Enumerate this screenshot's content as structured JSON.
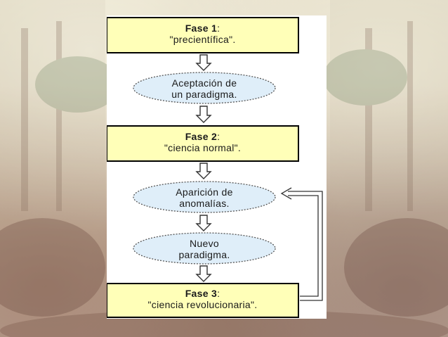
{
  "colors": {
    "box_fill": "#ffffb8",
    "box_stroke": "#000000",
    "ellipse_fill": "#dfeef9",
    "ellipse_stroke": "#555555"
  },
  "diagram": {
    "phase1": {
      "title": "Fase 1",
      "colon": ":",
      "subtitle": "\"precientífica\"."
    },
    "accept": {
      "line1": "Aceptación de",
      "line2": "un paradigma."
    },
    "phase2": {
      "title": "Fase 2",
      "colon": ":",
      "subtitle": "\"ciencia normal\"."
    },
    "anomaly": {
      "line1": "Aparición de",
      "line2": "anomalías."
    },
    "newparadigm": {
      "line1": "Nuevo",
      "line2": "paradigma."
    },
    "phase3": {
      "title": "Fase 3",
      "colon": ":",
      "subtitle": "\"ciencia revolucionaria\"."
    }
  }
}
